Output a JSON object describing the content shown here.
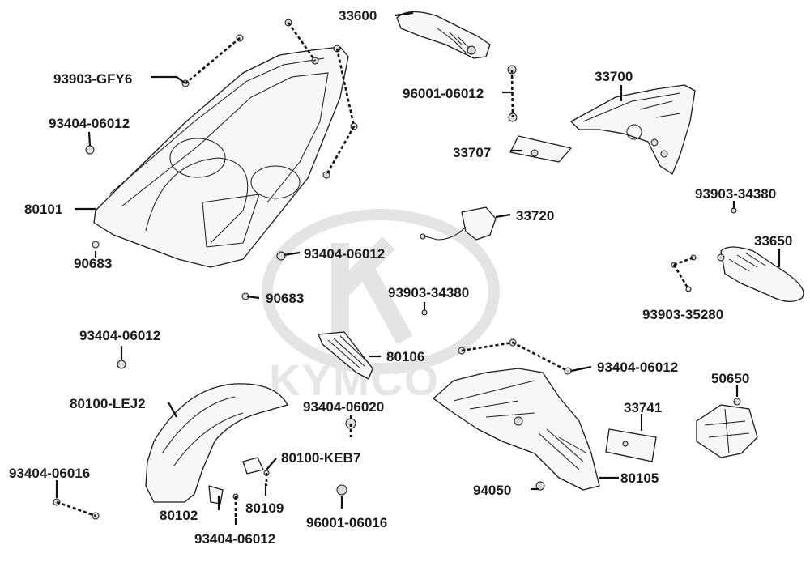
{
  "watermark": {
    "brand": "KYMCO"
  },
  "callouts": [
    {
      "id": "33600",
      "text": "33600"
    },
    {
      "id": "93903-GFY6",
      "text": "93903-GFY6"
    },
    {
      "id": "96001-06012",
      "text": "96001-06012"
    },
    {
      "id": "33700",
      "text": "33700"
    },
    {
      "id": "93404-06012-a",
      "text": "93404-06012"
    },
    {
      "id": "33707",
      "text": "33707"
    },
    {
      "id": "80101",
      "text": "80101"
    },
    {
      "id": "93903-34380-a",
      "text": "93903-34380"
    },
    {
      "id": "33720",
      "text": "33720"
    },
    {
      "id": "33650",
      "text": "33650"
    },
    {
      "id": "90683-a",
      "text": "90683"
    },
    {
      "id": "93404-06012-b",
      "text": "93404-06012"
    },
    {
      "id": "90683-b",
      "text": "90683"
    },
    {
      "id": "93903-34380-b",
      "text": "93903-34380"
    },
    {
      "id": "93903-35280",
      "text": "93903-35280"
    },
    {
      "id": "93404-06012-c",
      "text": "93404-06012"
    },
    {
      "id": "80106",
      "text": "80106"
    },
    {
      "id": "93404-06012-d",
      "text": "93404-06012"
    },
    {
      "id": "50650",
      "text": "50650"
    },
    {
      "id": "80100-LEJ2",
      "text": "80100-LEJ2"
    },
    {
      "id": "93404-06020",
      "text": "93404-06020"
    },
    {
      "id": "33741",
      "text": "33741"
    },
    {
      "id": "80100-KEB7",
      "text": "80100-KEB7"
    },
    {
      "id": "93404-06016",
      "text": "93404-06016"
    },
    {
      "id": "94050",
      "text": "94050"
    },
    {
      "id": "80105",
      "text": "80105"
    },
    {
      "id": "80102",
      "text": "80102"
    },
    {
      "id": "80109",
      "text": "80109"
    },
    {
      "id": "96001-06016",
      "text": "96001-06016"
    },
    {
      "id": "93404-06012-e",
      "text": "93404-06012"
    }
  ]
}
